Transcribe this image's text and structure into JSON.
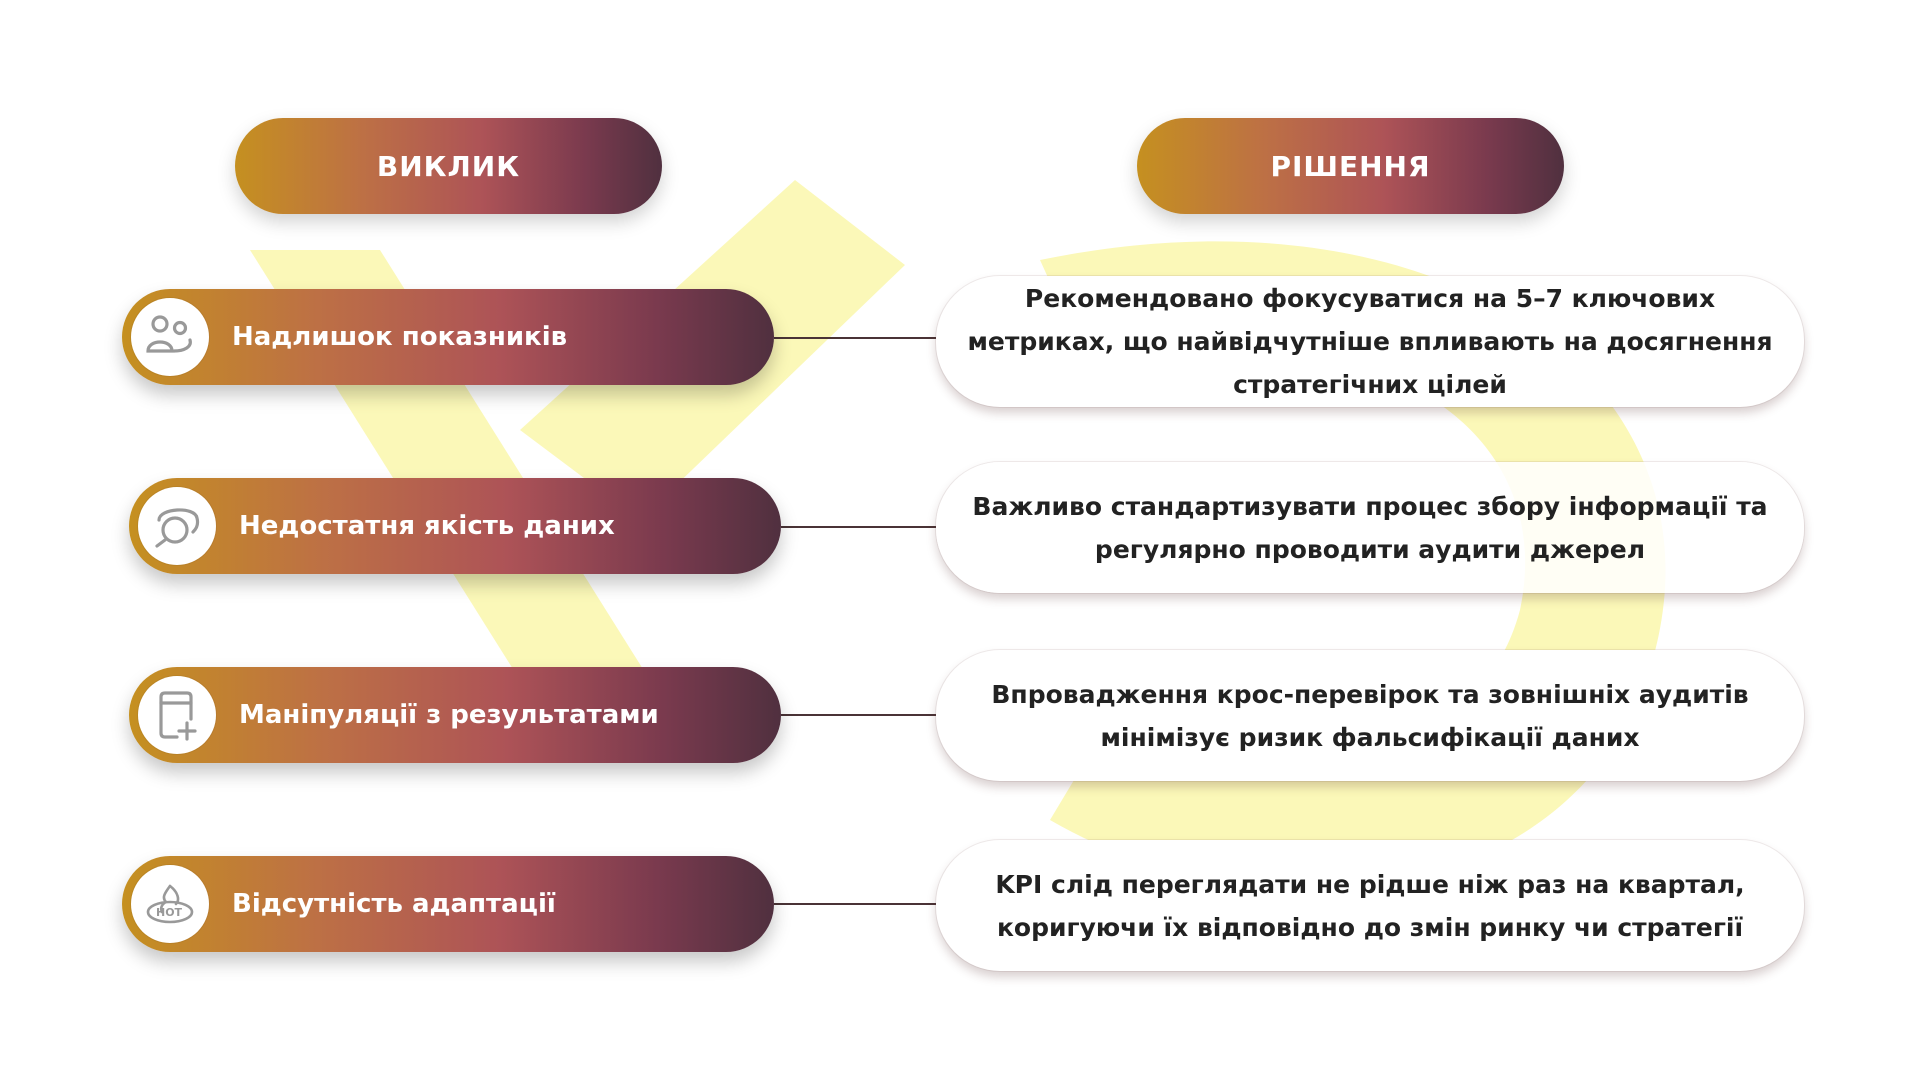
{
  "headers": {
    "challenge": "ВИКЛИК",
    "solution": "РІШЕННЯ"
  },
  "rows": [
    {
      "challenge": "Надлишок показників",
      "icon": "people-icon",
      "solution": "Рекомендовано фокусуватися на 5–7 ключових метриках, що найвідчутніше впливають на досягнення стратегічних цілей"
    },
    {
      "challenge": "Недостатня якість даних",
      "icon": "chat-bubbles-icon",
      "solution": "Важливо стандартизувати процес збору інформації та регулярно проводити аудити джерел"
    },
    {
      "challenge": "Маніпуляції з результатами",
      "icon": "document-plus-icon",
      "solution": "Впровадження крос-перевірок та зовнішніх аудитів мінімізує ризик фальсифікації даних"
    },
    {
      "challenge": "Відсутність адаптації",
      "icon": "hot-icon",
      "solution": "KPI слід переглядати не рідше ніж раз на квартал, коригуючи їх відповідно до змін ринку чи стратегії"
    }
  ],
  "colors": {
    "gradient_start": "#c59020",
    "gradient_mid": "#ad5357",
    "gradient_end": "#50303f",
    "watermark": "#fbf7b0",
    "connector": "#4a3336"
  }
}
